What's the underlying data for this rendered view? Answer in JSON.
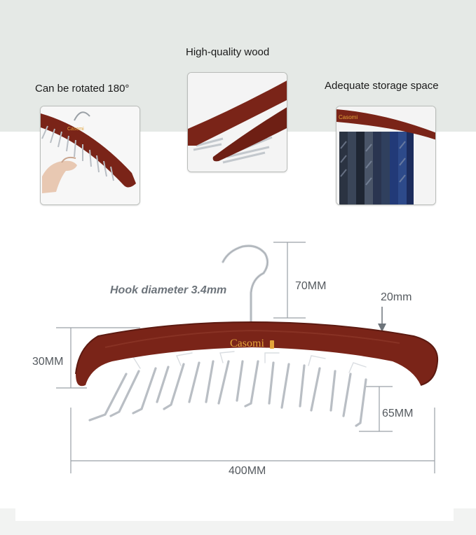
{
  "features": [
    {
      "label": "Can be rotated 180°",
      "image_icon": "hand-rotating-hanger-photo"
    },
    {
      "label": "High-quality wood",
      "image_icon": "wood-closeup-photo"
    },
    {
      "label": "Adequate storage space",
      "image_icon": "ties-on-hanger-photo"
    }
  ],
  "product": {
    "brand": "Casomi",
    "hook_note": "Hook diameter 3.4mm",
    "dimensions": {
      "hook_height": "70MM",
      "thickness": "20mm",
      "height": "30MM",
      "hook_length": "65MM",
      "width": "400MM"
    }
  },
  "colors": {
    "wood": "#7a2418",
    "wood_dark": "#5c1a11",
    "metal": "#b9bec4",
    "band": "#e5e9e6",
    "logo": "#e3a43a"
  }
}
